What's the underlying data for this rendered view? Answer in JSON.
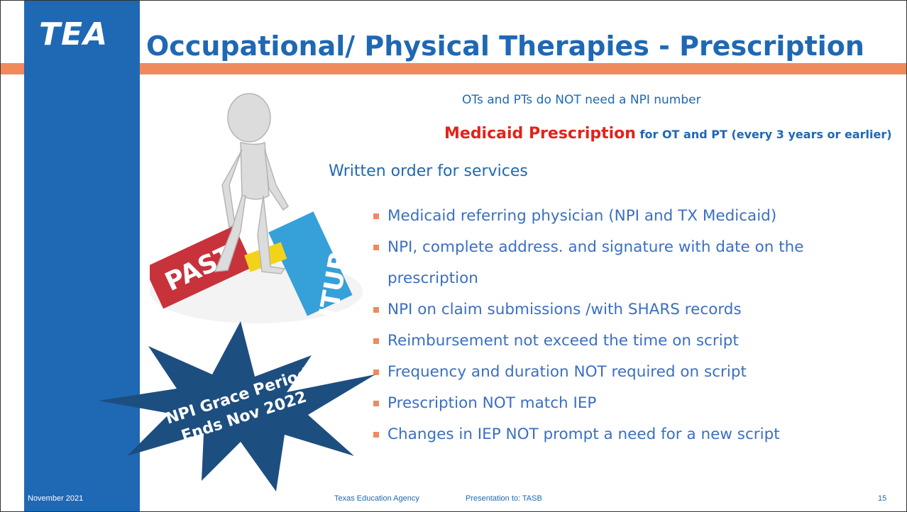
{
  "logo": {
    "text": "TEA"
  },
  "title": "Occupational/ Physical Therapies - Prescription",
  "line1": "OTs and PTs do NOT need a NPI number",
  "line2": {
    "red": "Medicaid Prescription",
    "rest": " for OT and PT (every 3 years or earlier)"
  },
  "line3": "Written order for services",
  "bullets": [
    "Medicaid referring physician (NPI and TX Medicaid)",
    "NPI, complete address. and signature with date on the prescription",
    "NPI on claim submissions /with SHARS records",
    "Reimbursement not exceed the time on script",
    "Frequency and duration NOT required on script",
    "Prescription NOT match IEP",
    "Changes in IEP NOT prompt a need for a new script"
  ],
  "illustration": {
    "past": "PAST",
    "future": "FUTURE"
  },
  "burst": {
    "line1": "NPI Grace Period",
    "line2": "Ends Nov 2022"
  },
  "footer": {
    "date": "November 2021",
    "org": "Texas Education Agency",
    "presentation": "Presentation to:  TASB",
    "page": "15"
  },
  "colors": {
    "primary": "#1f68b3",
    "accent": "#f08a5d",
    "highlight": "#e2231a",
    "burst": "#1d4e80"
  }
}
